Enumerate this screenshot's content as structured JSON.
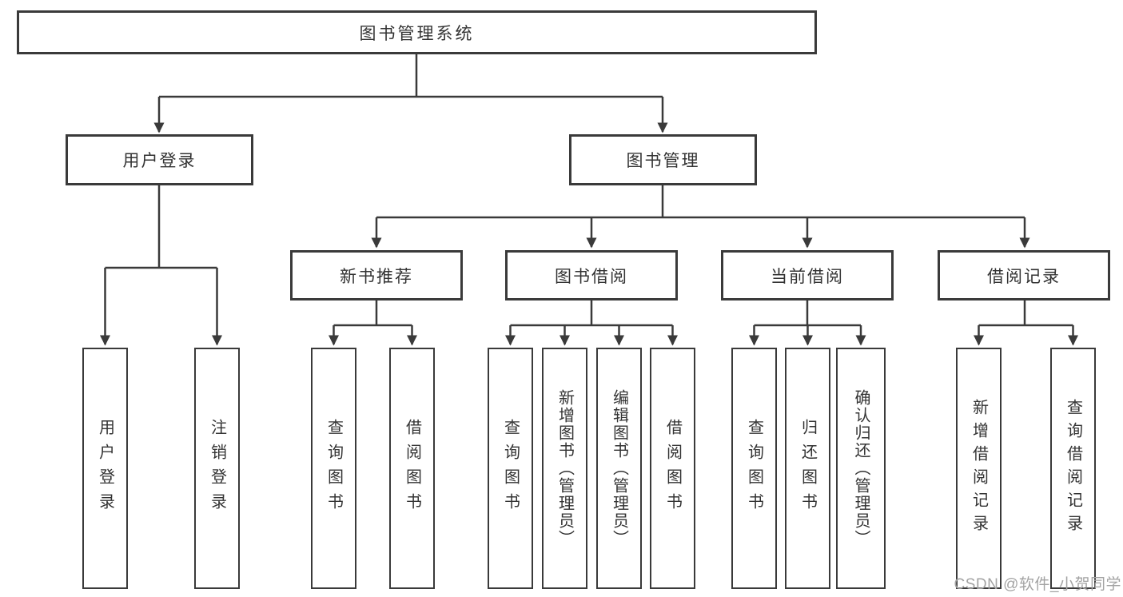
{
  "diagram": {
    "root": {
      "label": "图书管理系统"
    },
    "level2": [
      {
        "label": "用户登录"
      },
      {
        "label": "图书管理"
      }
    ],
    "level3": [
      {
        "label": "新书推荐"
      },
      {
        "label": "图书借阅"
      },
      {
        "label": "当前借阅"
      },
      {
        "label": "借阅记录"
      }
    ],
    "leaves": [
      {
        "label": "用户登录"
      },
      {
        "label": "注销登录"
      },
      {
        "label": "查询图书"
      },
      {
        "label": "借阅图书"
      },
      {
        "label": "查询图书"
      },
      {
        "label": "新增图书（管理员）"
      },
      {
        "label": "编辑图书（管理员）"
      },
      {
        "label": "借阅图书"
      },
      {
        "label": "查询图书"
      },
      {
        "label": "归还图书"
      },
      {
        "label": "确认归还（管理员）"
      },
      {
        "label": "新增借阅记录"
      },
      {
        "label": "查询借阅记录"
      }
    ]
  },
  "watermark": {
    "text": "CSDN @软件_小贺同学"
  },
  "colors": {
    "line": "#3a3a3a",
    "text": "#333333",
    "watermark": "#a3a3a3",
    "background": "#ffffff"
  }
}
